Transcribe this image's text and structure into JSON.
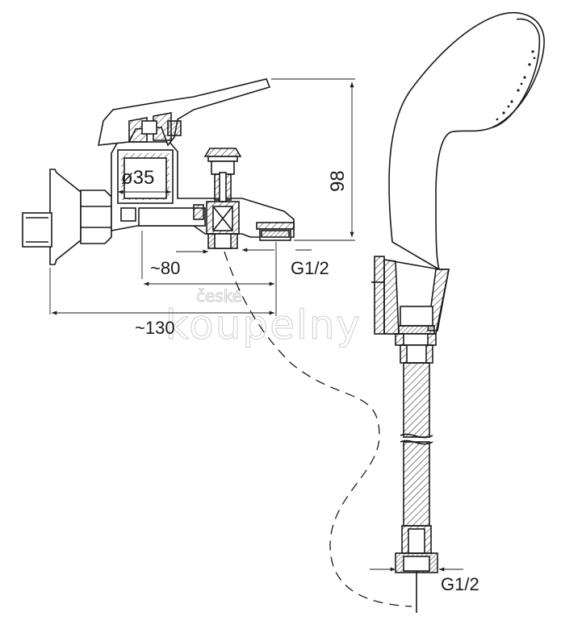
{
  "dimensions": {
    "height_98": "98",
    "diameter_35": "ø35",
    "approx_80": "~80",
    "approx_130": "~130",
    "thread_faucet": "G1/2",
    "thread_hose": "G1/2"
  },
  "watermark": {
    "line1": "české",
    "line2": "koupelny"
  },
  "colors": {
    "line": "#1a1a1a",
    "hatch": "#333333",
    "watermark": "#cfcfcf"
  }
}
